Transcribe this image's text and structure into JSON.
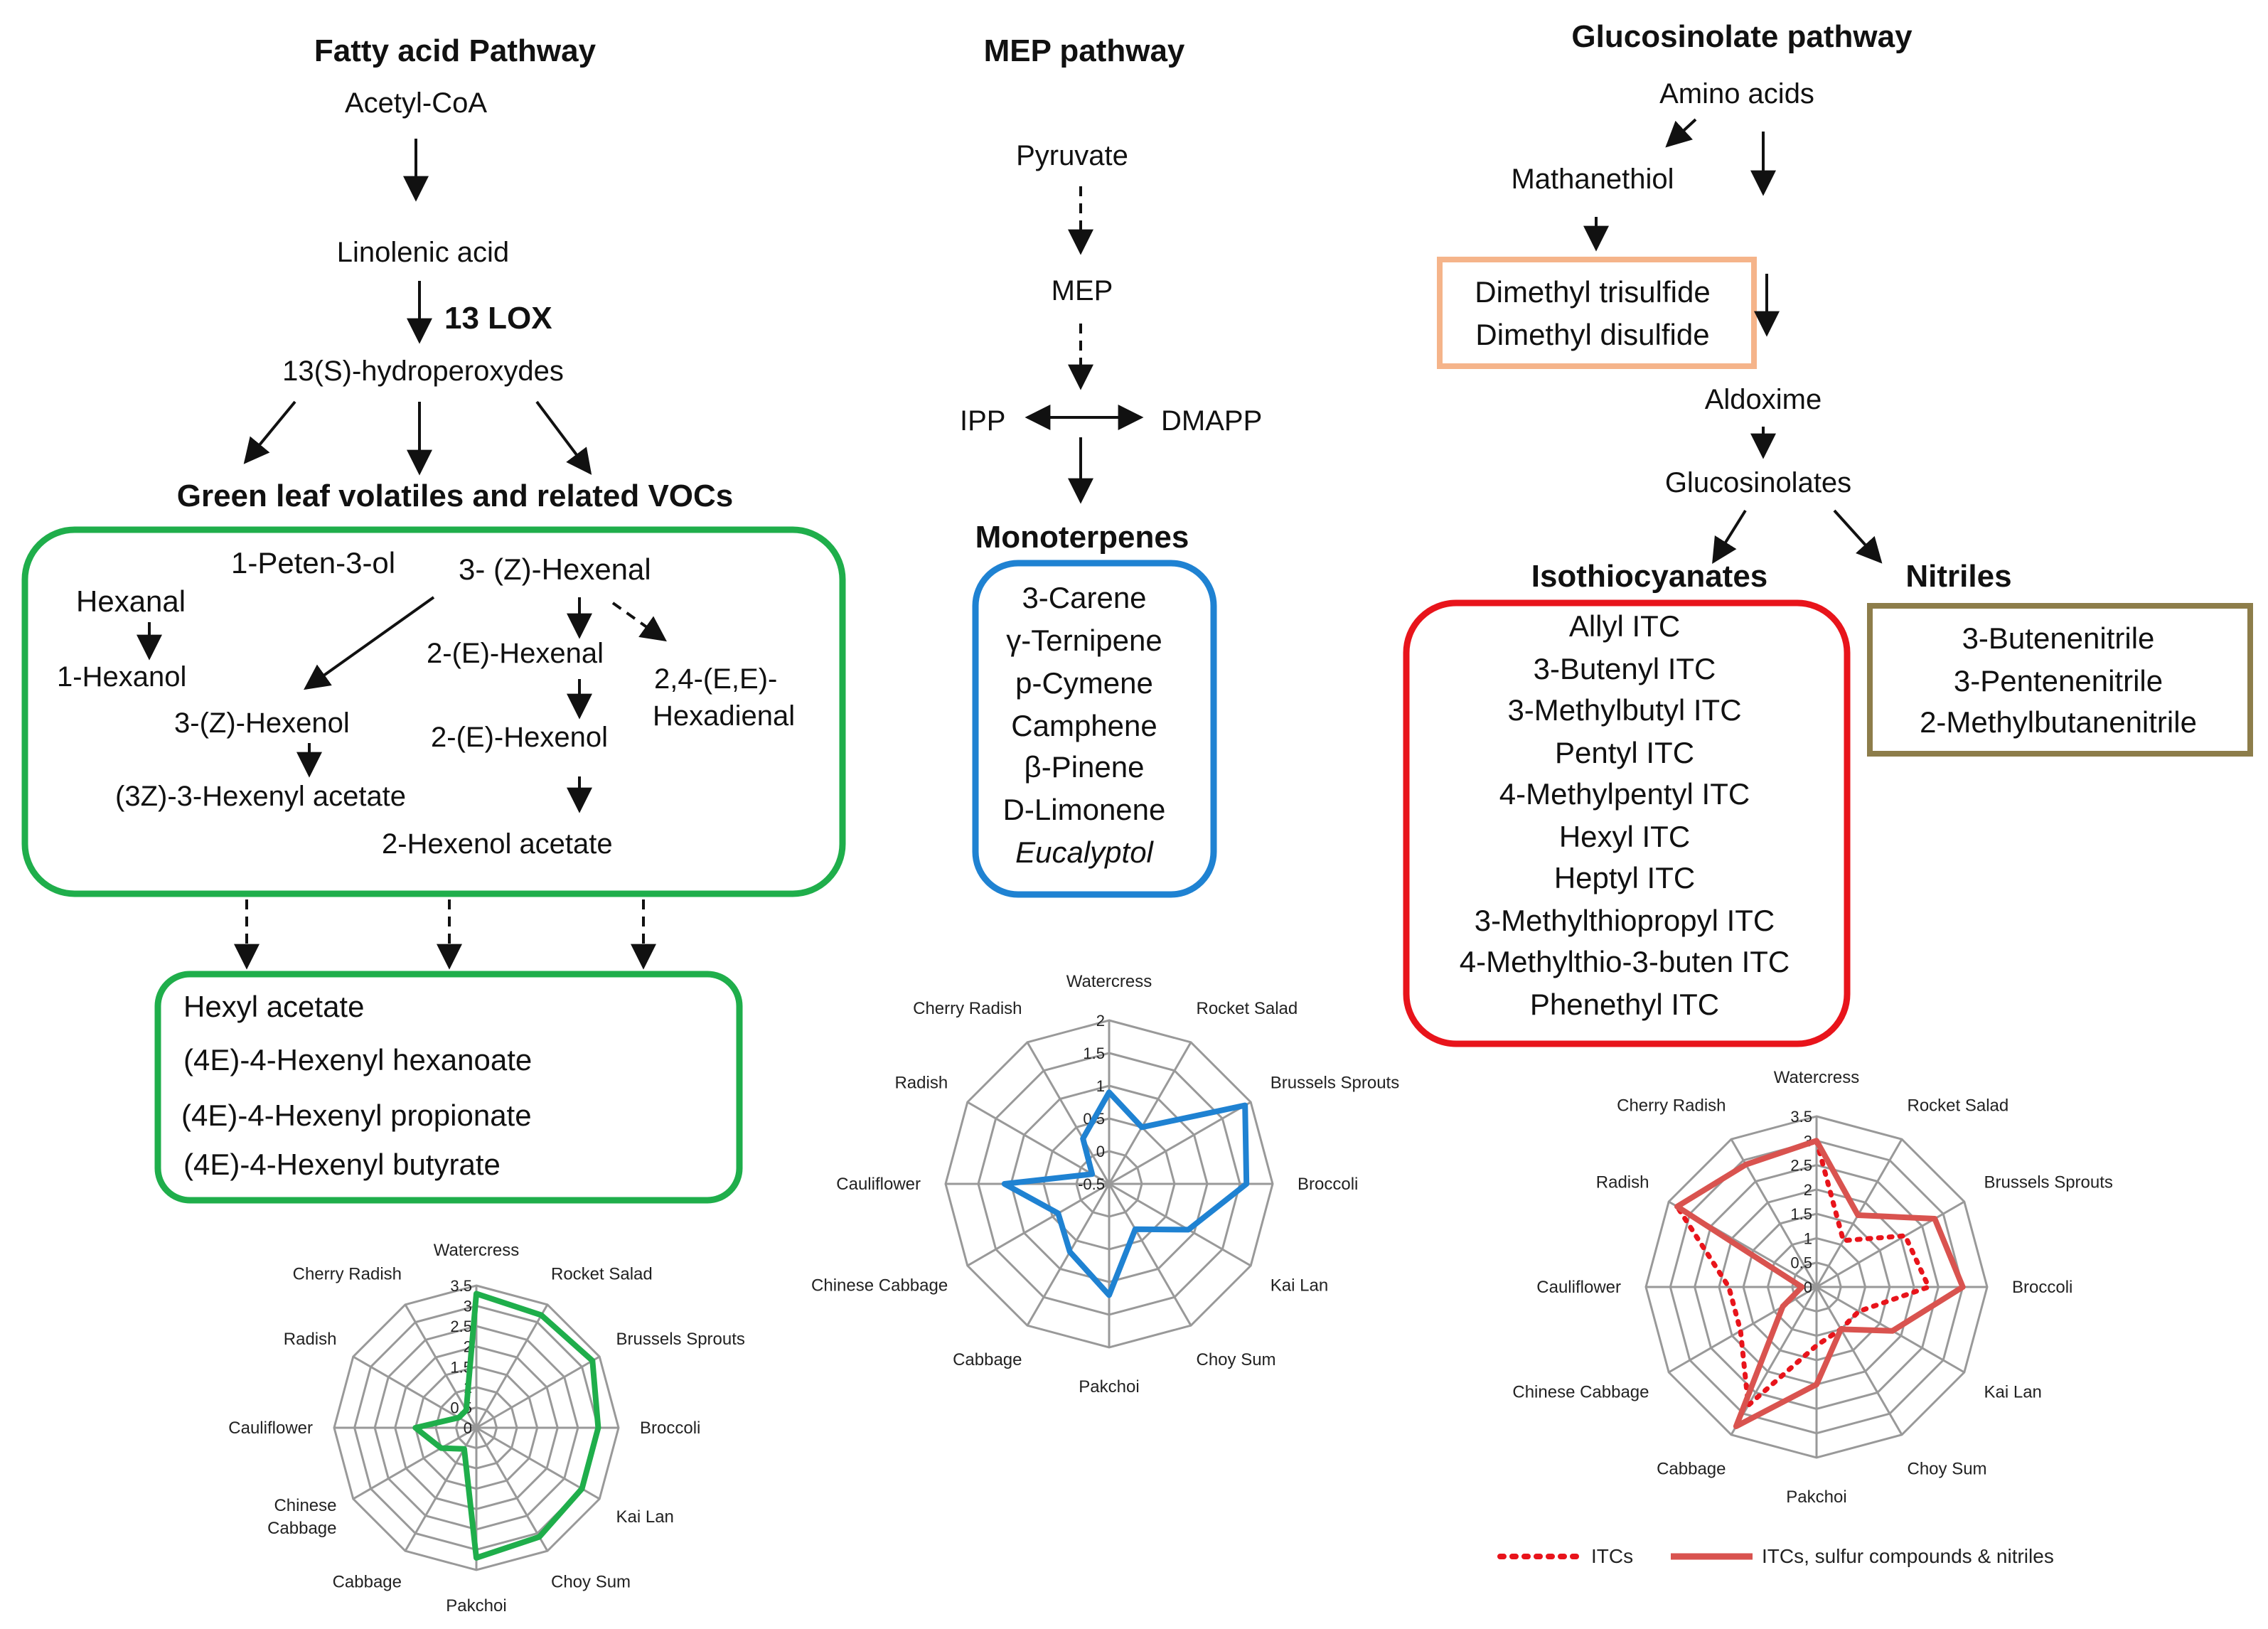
{
  "fatty": {
    "title": "Fatty acid Pathway",
    "acetyl": "Acetyl-CoA",
    "linolenic": "Linolenic acid",
    "lox": "13 LOX",
    "hydroperoxydes": "13(S)-hydroperoxydes",
    "glv_title": "Green leaf volatiles and related VOCs",
    "hexanal": "Hexanal",
    "hexanol": "1-Hexanol",
    "petenol": "1-Peten-3-ol",
    "z_hexenal": "3- (Z)-Hexenal",
    "e_hexenal": "2-(E)-Hexenal",
    "hexadienal_1": "2,4-(E,E)-",
    "hexadienal_2": "Hexadienal",
    "z_hexenol": "3-(Z)-Hexenol",
    "e_hexenol": "2-(E)-Hexenol",
    "hexenyl_acetate": "(3Z)-3-Hexenyl acetate",
    "hexenol_acetate": "2-Hexenol acetate",
    "esters": [
      "Hexyl acetate",
      "(4E)-4-Hexenyl hexanoate",
      "(4E)-4-Hexenyl propionate",
      "(4E)-4-Hexenyl butyrate"
    ]
  },
  "mep": {
    "title": "MEP pathway",
    "pyruvate": "Pyruvate",
    "mep": "MEP",
    "ipp": "IPP",
    "dmapp": "DMAPP",
    "mono_title": "Monoterpenes",
    "monoterpenes": [
      "3-Carene",
      "γ-Ternipene",
      "p-Cymene",
      "Camphene",
      "β-Pinene",
      "D-Limonene",
      "Eucalyptol"
    ]
  },
  "gluco": {
    "title": "Glucosinolate pathway",
    "amino": "Amino acids",
    "methanethiol": "Mathanethiol",
    "trisulfide": "Dimethyl trisulfide",
    "disulfide": "Dimethyl disulfide",
    "aldoxime": "Aldoxime",
    "glucosinolates": "Glucosinolates",
    "itc_title": "Isothiocyanates",
    "nitriles_title": "Nitriles",
    "itcs": [
      "Allyl ITC",
      "3-Butenyl ITC",
      "3-Methylbutyl ITC",
      "Pentyl ITC",
      "4-Methylpentyl ITC",
      "Hexyl ITC",
      "Heptyl ITC",
      "3-Methylthiopropyl ITC",
      "4-Methylthio-3-buten ITC",
      "Phenethyl ITC"
    ],
    "nitriles": [
      "3-Butenenitrile",
      "3-Pentenenitrile",
      "2-Methylbutanenitrile"
    ]
  },
  "legend": {
    "itcs": "ITCs",
    "itcs_sulfur": "ITCs, sulfur compounds & nitriles"
  },
  "colors": {
    "green": "#1fae4b",
    "blue": "#1f82d2",
    "red": "#e8141b",
    "orange": "#f5b48a",
    "olive": "#8d7d4a",
    "radar_red": "#d9534f",
    "grid": "#999999"
  },
  "chart_data": [
    {
      "type": "radar",
      "categories": [
        "Watercress",
        "Rocket Salad",
        "Brussels Sprouts",
        "Broccoli",
        "Kai Lan",
        "Choy Sum",
        "Pakchoi",
        "Cabbage",
        "Chinese Cabbage",
        "Cauliflower",
        "Radish",
        "Cherry Radish"
      ],
      "category_labels": [
        "Watercress",
        "Rocket Salad",
        "Brussels Sprouts",
        "Broccoli",
        "Kai Lan",
        "Choy Sum",
        "Pakchoi",
        "Cabbage",
        "Chinese\nCabbage",
        "Cauliflower",
        "Radish",
        "Cherry Radish"
      ],
      "ticks": [
        "0",
        "0.5",
        "1",
        "1.5",
        "2",
        "2.5",
        "3",
        "3.5"
      ],
      "rmax": 3.5,
      "series": [
        {
          "values": [
            3.3,
            3.2,
            3.3,
            3.0,
            3.0,
            3.1,
            3.2,
            0.6,
            1.0,
            1.5,
            0.5,
            0.5
          ],
          "color": "#1fae4b",
          "dash": false
        }
      ]
    },
    {
      "type": "radar",
      "categories": [
        "Watercress",
        "Rocket Salad",
        "Brussels Sprouts",
        "Broccoli",
        "Kai Lan",
        "Choy Sum",
        "Pakchoi",
        "Cabbage",
        "Chinese Cabbage",
        "Cauliflower",
        "Radish",
        "Cherry Radish"
      ],
      "category_labels": [
        "Watercress",
        "Rocket Salad",
        "Brussels Sprouts",
        "Broccoli",
        "Kai Lan",
        "Choy Sum",
        "Pakchoi",
        "Cabbage",
        "Chinese Cabbage",
        "Cauliflower",
        "Radish",
        "Cherry Radish"
      ],
      "ticks": [
        "-0.5",
        "0",
        "0.5",
        "1",
        "1.5",
        "2"
      ],
      "rmin": -0.5,
      "rmax": 2,
      "series": [
        {
          "values": [
            0.9,
            0.5,
            1.9,
            1.6,
            0.9,
            0.3,
            1.2,
            0.7,
            0.4,
            1.1,
            -0.2,
            0.3
          ],
          "color": "#1f82d2",
          "dash": false
        }
      ]
    },
    {
      "type": "radar",
      "categories": [
        "Watercress",
        "Rocket Salad",
        "Brussels Sprouts",
        "Broccoli",
        "Kai Lan",
        "Choy Sum",
        "Pakchoi",
        "Cabbage",
        "Chinese Cabbage",
        "Cauliflower",
        "Radish",
        "Cherry Radish"
      ],
      "category_labels": [
        "Watercress",
        "Rocket Salad",
        "Brussels Sprouts",
        "Broccoli",
        "Kai Lan",
        "Choy Sum",
        "Pakchoi",
        "Cabbage",
        "Chinese Cabbage",
        "Cauliflower",
        "Radish",
        "Cherry Radish"
      ],
      "ticks": [
        "0",
        "0.5",
        "1",
        "1.5",
        "2",
        "2.5",
        "3",
        "3.5"
      ],
      "rmax": 3.5,
      "series": [
        {
          "name": "ITCs",
          "values": [
            3.0,
            1.1,
            2.1,
            2.3,
            1.0,
            1.0,
            1.2,
            2.8,
            1.8,
            1.8,
            3.3,
            2.9
          ],
          "color": "#e8141b",
          "dash": true
        },
        {
          "name": "ITCs, sulfur compounds & nitriles",
          "values": [
            3.0,
            1.7,
            2.8,
            3.0,
            1.8,
            1.0,
            2.0,
            3.3,
            0.8,
            0.3,
            3.3,
            2.9
          ],
          "color": "#d9534f",
          "dash": false
        }
      ]
    }
  ]
}
